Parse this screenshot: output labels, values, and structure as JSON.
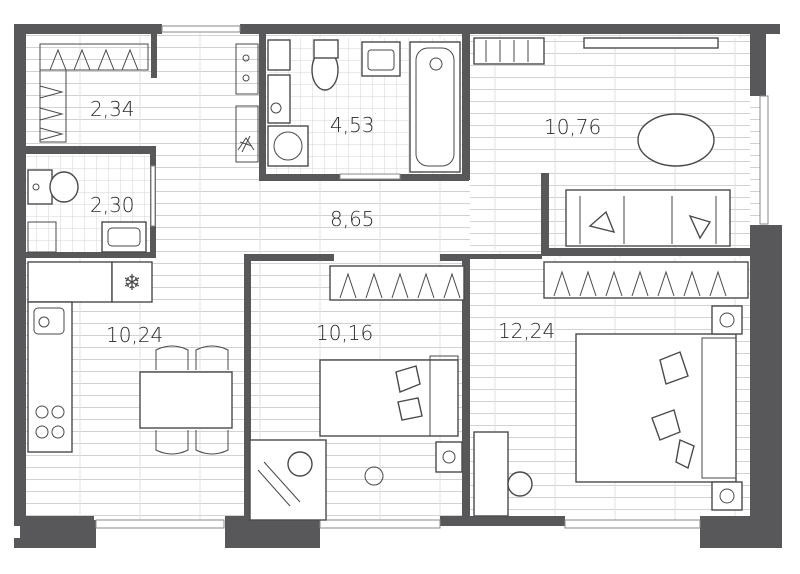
{
  "rooms": [
    {
      "id": "wardrobe-room",
      "area": "2,34"
    },
    {
      "id": "bathroom",
      "area": "4,53"
    },
    {
      "id": "living-room",
      "area": "10,76"
    },
    {
      "id": "toilet",
      "area": "2,30"
    },
    {
      "id": "hallway",
      "area": "8,65"
    },
    {
      "id": "kitchen",
      "area": "10,24"
    },
    {
      "id": "bedroom-small",
      "area": "10,16"
    },
    {
      "id": "bedroom-large",
      "area": "12,24"
    }
  ],
  "icons": {
    "fridge": "snowflake-icon",
    "plant": "plant-icon",
    "lamp": "lamp-icon"
  },
  "colors": {
    "wall": "#58585a",
    "floor_lines": "#c9c9c9",
    "furniture_stroke": "#4a4a4a"
  }
}
